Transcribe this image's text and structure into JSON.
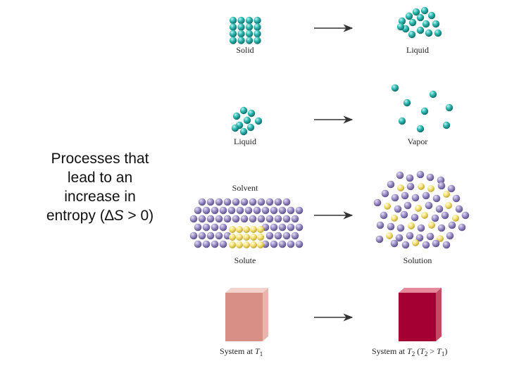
{
  "main_text": {
    "line1": "Processes that",
    "line2": "lead to an",
    "line3": "increase in",
    "line4_prefix": "entropy (",
    "delta": "∆",
    "s_symbol": "S",
    "line4_suffix": " > 0)"
  },
  "panels": [
    {
      "before_label": "Solid",
      "after_label": "Liquid"
    },
    {
      "before_label": "Liquid",
      "after_label": "Vapor"
    },
    {
      "before_label_top": "Solvent",
      "before_label_bottom": "Solute",
      "after_label": "Solution"
    },
    {
      "before_label": "System at T1",
      "after_label": "System at T2 (T2 > T1)"
    }
  ],
  "colors": {
    "teal": "#2bb5b0",
    "purple": "#9b8dc4",
    "yellow": "#f3e37a",
    "cool_block": "#d88f86",
    "hot_block": "#a50034",
    "arrow": "#333333"
  }
}
